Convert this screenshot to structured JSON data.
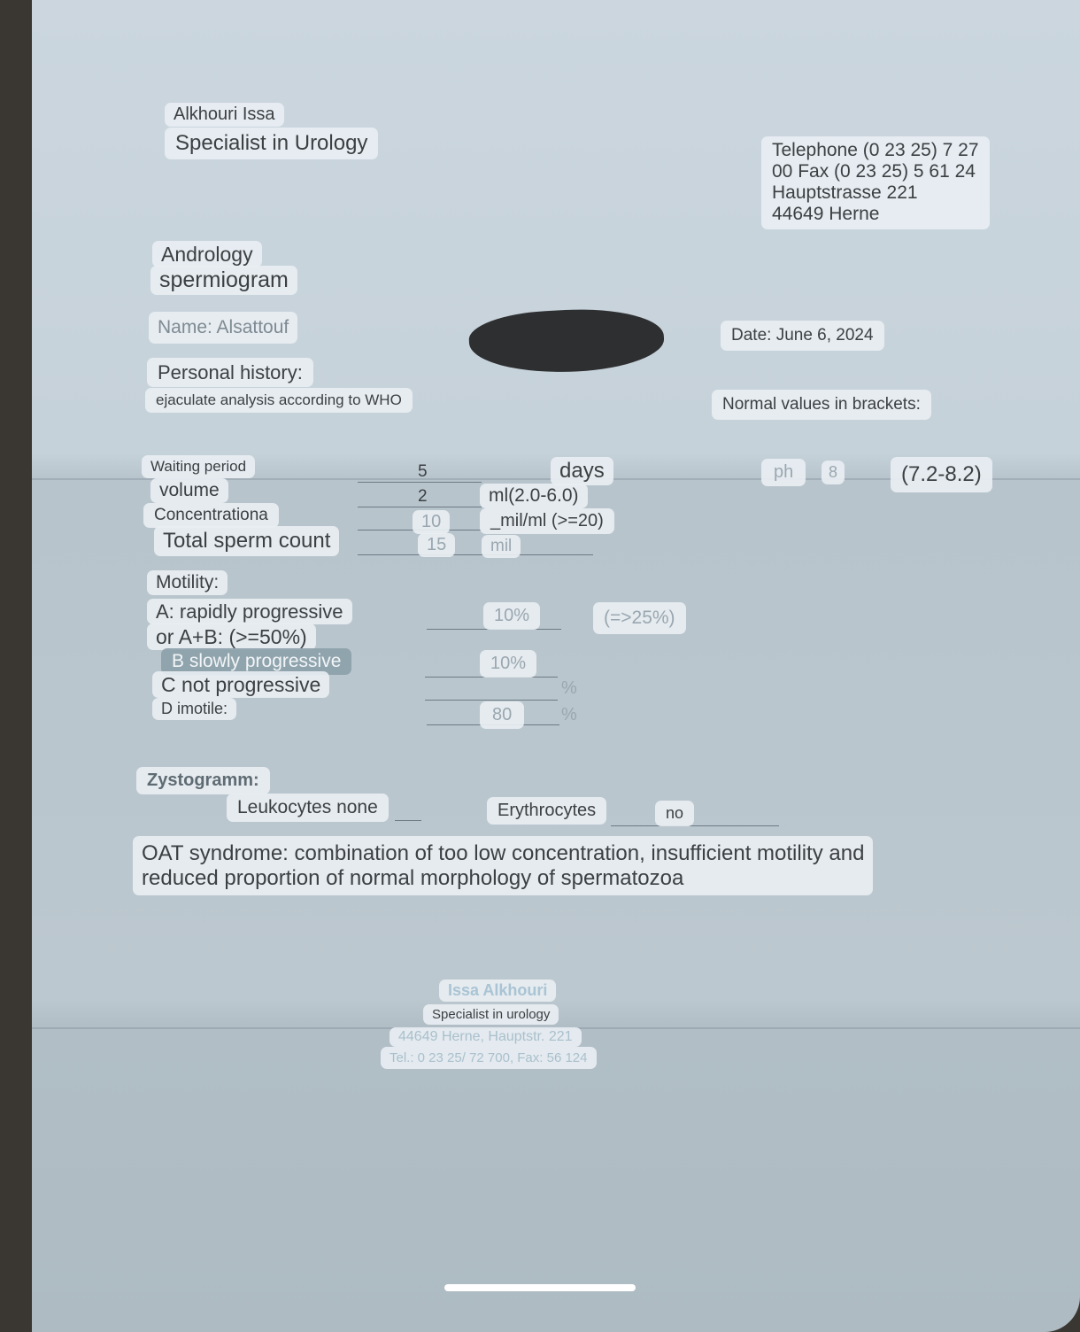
{
  "doctor": {
    "name": "Alkhouri Issa",
    "specialty": "Specialist in Urology"
  },
  "contact": {
    "line1": "Telephone (0 23 25) 7 27",
    "line2": "00 Fax (0 23 25) 5 61 24",
    "street": "Hauptstrasse 221",
    "city": "44649 Herne"
  },
  "title": {
    "line1": "Andrology",
    "line2": "spermiogram"
  },
  "patient": {
    "name": "Name: Alsattouf",
    "date": "Date: June 6, 2024"
  },
  "history": {
    "label": "Personal history:",
    "note": "ejaculate analysis according to WHO",
    "normal_values": "Normal values in brackets:"
  },
  "params": {
    "waiting_label": "Waiting period",
    "waiting_value": "5",
    "waiting_unit": "days",
    "volume_label": "volume",
    "volume_value": "2",
    "volume_unit": "ml(2.0-6.0)",
    "concentration_label": "Concentrationa",
    "concentration_value": "10",
    "concentration_unit": "_mil/ml (>=20)",
    "total_label": "Total sperm count",
    "total_value": "15",
    "total_unit": "mil",
    "ph_label": "ph",
    "ph_value": "8",
    "ph_range": "(7.2-8.2)"
  },
  "motility": {
    "label": "Motility:",
    "a_label": "A: rapidly progressive",
    "ab_label": "or A+B: (>=50%)",
    "a_value": "10%",
    "a_range": "(=>25%)",
    "b_label": "B slowly progressive",
    "b_value": "10%",
    "c_label": "C not progressive",
    "c_unit": "%",
    "d_label": "D imotile:",
    "d_value": "80",
    "d_unit": "%"
  },
  "cystogram": {
    "label": "Zystogramm:",
    "leukocytes": "Leukocytes none",
    "erythrocytes": "Erythrocytes",
    "erythrocytes_value": "no"
  },
  "diagnosis": {
    "line1": "OAT syndrome: combination of too low concentration, insufficient motility and",
    "line2": "reduced proportion of normal morphology of spermatozoa"
  },
  "stamp": {
    "name": "Issa Alkhouri",
    "specialty": "Specialist in urology",
    "address": "44649 Herne, Hauptstr. 221",
    "phone": "Tel.: 0 23 25/ 72 700, Fax: 56 124"
  }
}
